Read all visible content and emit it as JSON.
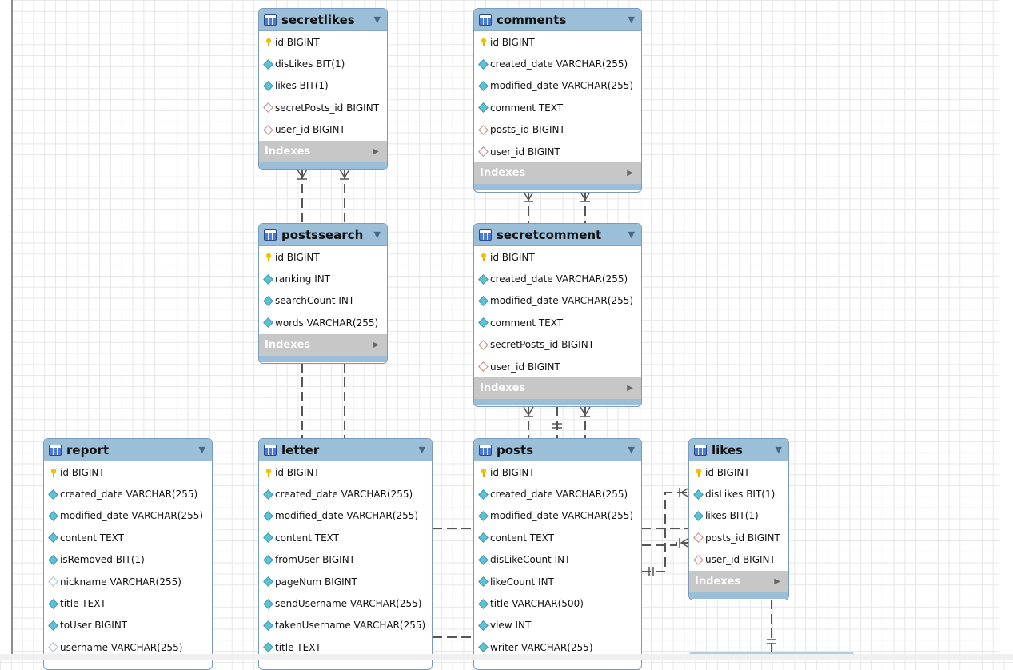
{
  "tables": {
    "secretlikes": {
      "name": "secretlikes",
      "indexes": "Indexes",
      "columns": [
        {
          "icon": "key",
          "text": "id BIGINT"
        },
        {
          "icon": "field",
          "text": "disLikes BIT(1)"
        },
        {
          "icon": "field",
          "text": "likes BIT(1)"
        },
        {
          "icon": "fk",
          "text": "secretPosts_id BIGINT"
        },
        {
          "icon": "fk",
          "text": "user_id BIGINT"
        }
      ]
    },
    "comments": {
      "name": "comments",
      "indexes": "Indexes",
      "columns": [
        {
          "icon": "key",
          "text": "id BIGINT"
        },
        {
          "icon": "field",
          "text": "created_date VARCHAR(255)"
        },
        {
          "icon": "field",
          "text": "modified_date VARCHAR(255)"
        },
        {
          "icon": "field",
          "text": "comment TEXT"
        },
        {
          "icon": "fk",
          "text": "posts_id BIGINT"
        },
        {
          "icon": "fk",
          "text": "user_id BIGINT"
        }
      ]
    },
    "postssearch": {
      "name": "postssearch",
      "indexes": "Indexes",
      "columns": [
        {
          "icon": "key",
          "text": "id BIGINT"
        },
        {
          "icon": "field",
          "text": "ranking INT"
        },
        {
          "icon": "field",
          "text": "searchCount INT"
        },
        {
          "icon": "field",
          "text": "words VARCHAR(255)"
        }
      ]
    },
    "secretcomment": {
      "name": "secretcomment",
      "indexes": "Indexes",
      "columns": [
        {
          "icon": "key",
          "text": "id BIGINT"
        },
        {
          "icon": "field",
          "text": "created_date VARCHAR(255)"
        },
        {
          "icon": "field",
          "text": "modified_date VARCHAR(255)"
        },
        {
          "icon": "field",
          "text": "comment TEXT"
        },
        {
          "icon": "fk",
          "text": "secretPosts_id BIGINT"
        },
        {
          "icon": "fk",
          "text": "user_id BIGINT"
        }
      ]
    },
    "report": {
      "name": "report",
      "indexes": "",
      "columns": [
        {
          "icon": "key",
          "text": "id BIGINT"
        },
        {
          "icon": "field",
          "text": "created_date VARCHAR(255)"
        },
        {
          "icon": "field",
          "text": "modified_date VARCHAR(255)"
        },
        {
          "icon": "field",
          "text": "content TEXT"
        },
        {
          "icon": "field",
          "text": "isRemoved BIT(1)"
        },
        {
          "icon": "null",
          "text": "nickname VARCHAR(255)"
        },
        {
          "icon": "field",
          "text": "title TEXT"
        },
        {
          "icon": "field",
          "text": "toUser BIGINT"
        },
        {
          "icon": "null",
          "text": "username VARCHAR(255)"
        }
      ]
    },
    "letter": {
      "name": "letter",
      "indexes": "",
      "columns": [
        {
          "icon": "key",
          "text": "id BIGINT"
        },
        {
          "icon": "field",
          "text": "created_date VARCHAR(255)"
        },
        {
          "icon": "field",
          "text": "modified_date VARCHAR(255)"
        },
        {
          "icon": "field",
          "text": "content TEXT"
        },
        {
          "icon": "field",
          "text": "fromUser BIGINT"
        },
        {
          "icon": "field",
          "text": "pageNum BIGINT"
        },
        {
          "icon": "field",
          "text": "sendUsername VARCHAR(255)"
        },
        {
          "icon": "field",
          "text": "takenUsername VARCHAR(255)"
        },
        {
          "icon": "field",
          "text": "title TEXT"
        }
      ]
    },
    "posts": {
      "name": "posts",
      "indexes": "",
      "columns": [
        {
          "icon": "key",
          "text": "id BIGINT"
        },
        {
          "icon": "field",
          "text": "created_date VARCHAR(255)"
        },
        {
          "icon": "field",
          "text": "modified_date VARCHAR(255)"
        },
        {
          "icon": "field",
          "text": "content TEXT"
        },
        {
          "icon": "field",
          "text": "disLikeCount INT"
        },
        {
          "icon": "field",
          "text": "likeCount INT"
        },
        {
          "icon": "field",
          "text": "title VARCHAR(500)"
        },
        {
          "icon": "field",
          "text": "view INT"
        },
        {
          "icon": "field",
          "text": "writer VARCHAR(255)"
        }
      ]
    },
    "likes": {
      "name": "likes",
      "indexes": "Indexes",
      "columns": [
        {
          "icon": "key",
          "text": "id BIGINT"
        },
        {
          "icon": "field",
          "text": "disLikes BIT(1)"
        },
        {
          "icon": "field",
          "text": "likes BIT(1)"
        },
        {
          "icon": "fk",
          "text": "posts_id BIGINT"
        },
        {
          "icon": "fk",
          "text": "user_id BIGINT"
        }
      ]
    }
  },
  "icons": {
    "key": "key-icon",
    "field": "column-icon",
    "fk": "foreign-key-icon",
    "null": "nullable-column-icon"
  },
  "colors": {
    "header": "#9bbfd9",
    "indexes_bar": "#c7c7c7",
    "relation_line": "#555555"
  }
}
